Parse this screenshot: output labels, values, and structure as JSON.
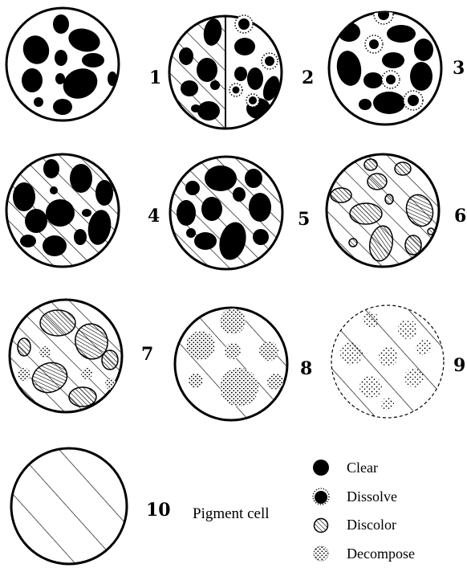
{
  "panels": [
    {
      "number": "1",
      "state": "clear"
    },
    {
      "number": "2",
      "state": "half-clear-half-dissolving"
    },
    {
      "number": "3",
      "state": "clear-and-dissolving"
    },
    {
      "number": "4",
      "state": "clear-on-hatched"
    },
    {
      "number": "5",
      "state": "clear-on-hatched"
    },
    {
      "number": "6",
      "state": "discolor"
    },
    {
      "number": "7",
      "state": "discolor-and-decompose"
    },
    {
      "number": "8",
      "state": "decompose"
    },
    {
      "number": "9",
      "state": "decompose-faint"
    },
    {
      "number": "10",
      "state": "empty"
    }
  ],
  "caption": "Pigment cell",
  "legend": [
    {
      "label": "Clear",
      "icon": "solid-black-dot-icon"
    },
    {
      "label": "Dissolve",
      "icon": "black-dot-with-dotted-halo-icon"
    },
    {
      "label": "Discolor",
      "icon": "hatched-dot-icon"
    },
    {
      "label": "Decompose",
      "icon": "stippled-dot-icon"
    }
  ],
  "colors": {
    "ink": "#000000",
    "paper": "#ffffff"
  }
}
